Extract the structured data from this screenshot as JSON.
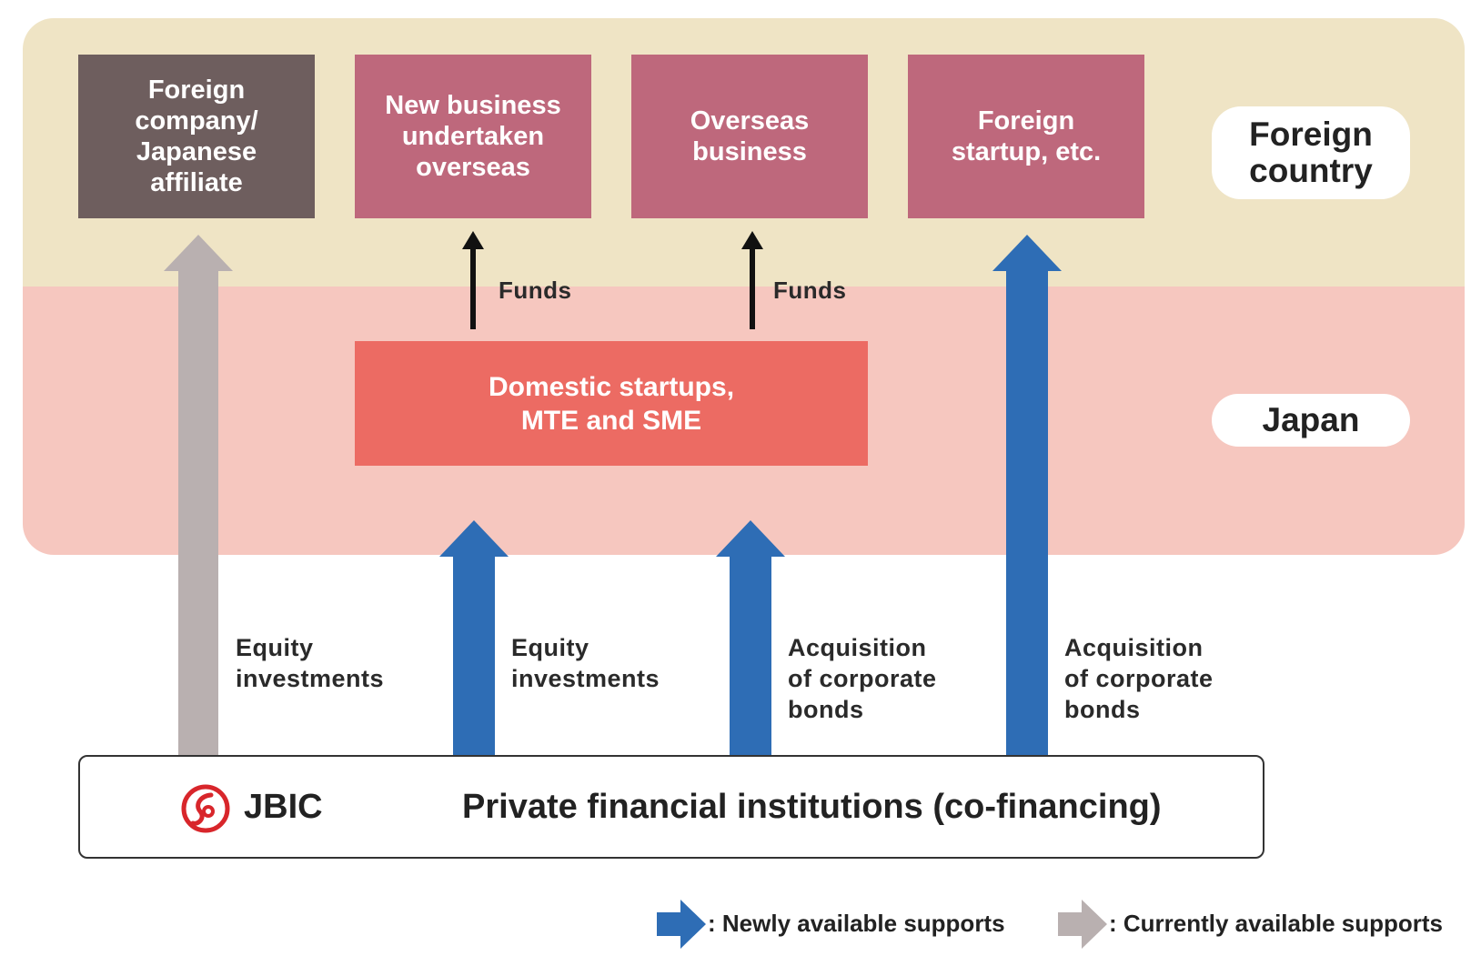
{
  "regions": {
    "foreign_label": "Foreign\ncountry",
    "japan_label": "Japan"
  },
  "boxes": {
    "foreign_company": "Foreign\ncompany/\nJapanese\naffiliate",
    "new_business": "New business\nundertaken\noverseas",
    "overseas_business": "Overseas\nbusiness",
    "foreign_startup": "Foreign\nstartup, etc.",
    "domestic": "Domestic startups,\nMTE and SME"
  },
  "arrow_labels": {
    "funds_1": "Funds",
    "funds_2": "Funds",
    "equity_1": "Equity\ninvestments",
    "equity_2": "Equity\ninvestments",
    "bonds_1": "Acquisition\nof corporate\nbonds",
    "bonds_2": "Acquisition\nof corporate\nbonds"
  },
  "bottom": {
    "org": "JBIC",
    "partners": "Private financial institutions (co-financing)"
  },
  "legend": {
    "new": ": Newly available supports",
    "current": ": Currently available supports"
  },
  "colors": {
    "blue_arrow": "#2e6db5",
    "gray_arrow": "#b9b0b0",
    "foreign_bg": "#efe4c5",
    "japan_bg": "#f6c7bf",
    "logo_red": "#d8262b"
  }
}
